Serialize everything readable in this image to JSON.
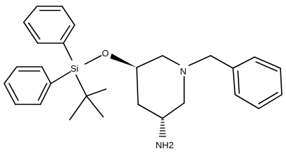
{
  "molecule": {
    "atoms": {
      "si": "Si",
      "o": "O",
      "n": "N",
      "nh2": "NH2"
    }
  }
}
